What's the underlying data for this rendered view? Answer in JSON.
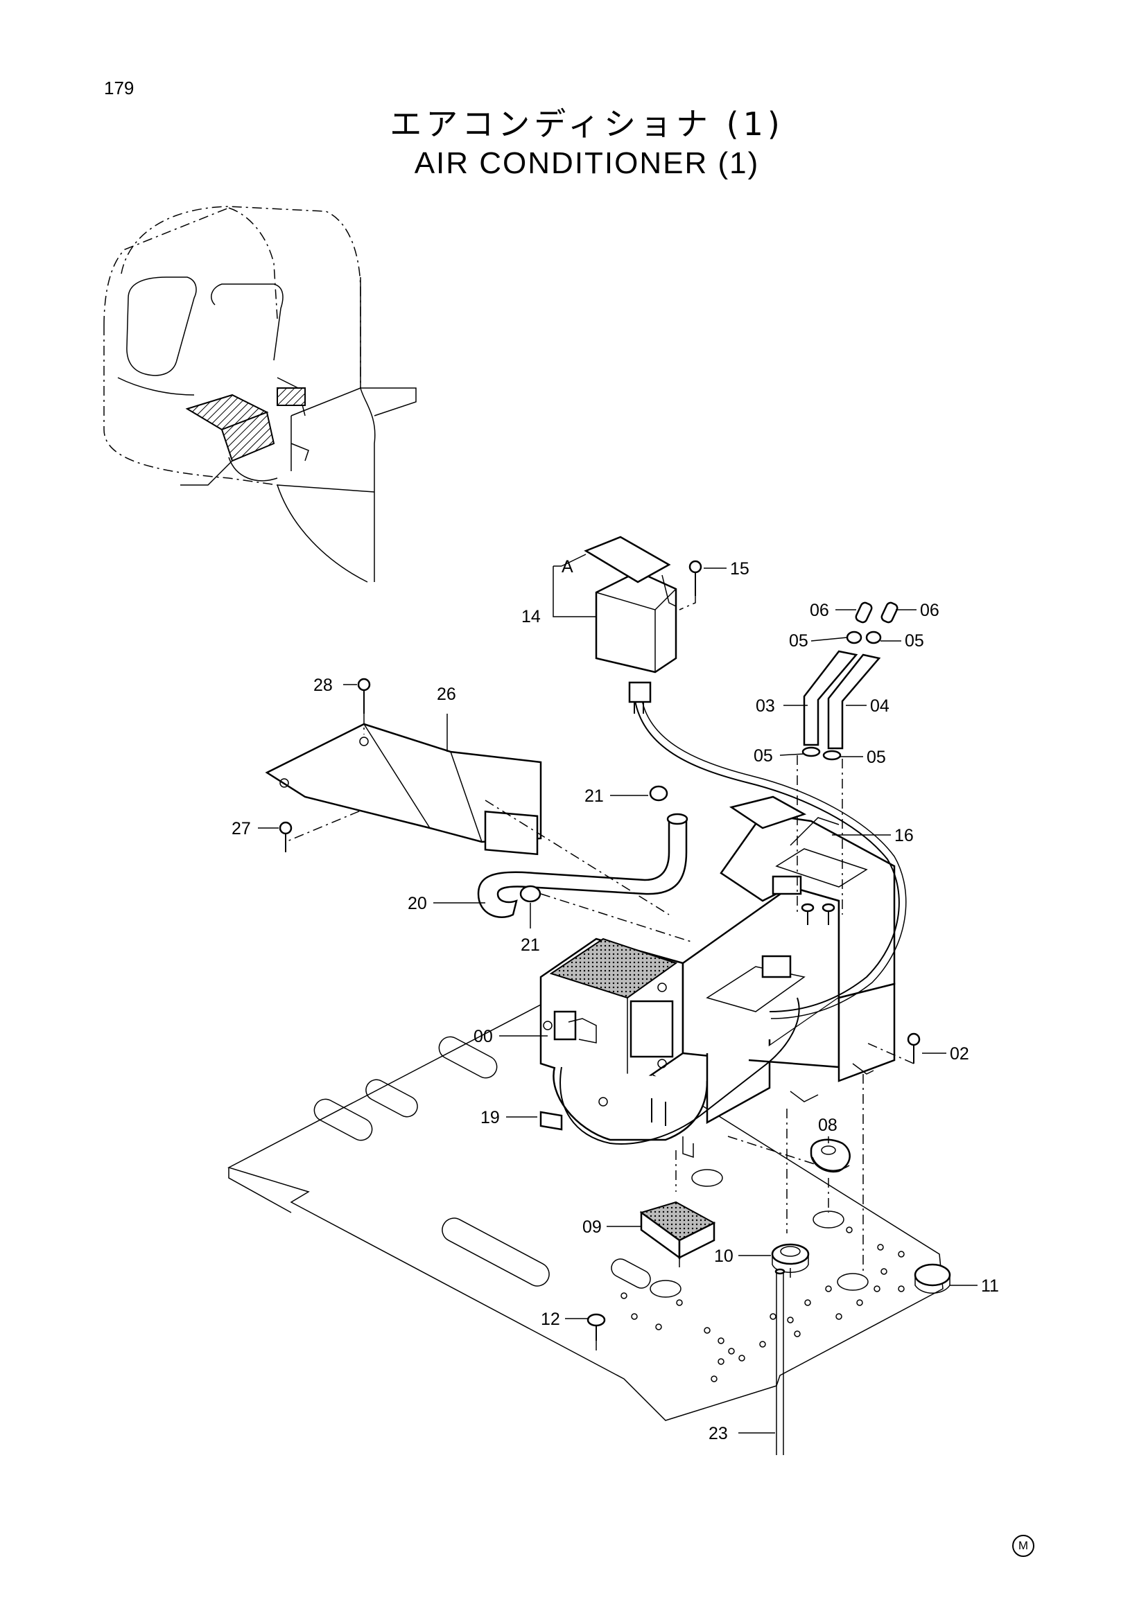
{
  "page": {
    "number": "179",
    "title_jp": "エアコンディショナ (1)",
    "title_en": "AIR CONDITIONER (1)",
    "mark": "M"
  },
  "detail_label": "A",
  "callouts": [
    {
      "id": "c15",
      "text": "15"
    },
    {
      "id": "c14",
      "text": "14"
    },
    {
      "id": "c06a",
      "text": "06"
    },
    {
      "id": "c06b",
      "text": "06"
    },
    {
      "id": "c05a",
      "text": "05"
    },
    {
      "id": "c05b",
      "text": "05"
    },
    {
      "id": "c28",
      "text": "28"
    },
    {
      "id": "c26",
      "text": "26"
    },
    {
      "id": "c03",
      "text": "03"
    },
    {
      "id": "c04",
      "text": "04"
    },
    {
      "id": "c05c",
      "text": "05"
    },
    {
      "id": "c05d",
      "text": "05"
    },
    {
      "id": "c21a",
      "text": "21"
    },
    {
      "id": "c16",
      "text": "16"
    },
    {
      "id": "c27",
      "text": "27"
    },
    {
      "id": "c20",
      "text": "20"
    },
    {
      "id": "c21b",
      "text": "21"
    },
    {
      "id": "c00",
      "text": "00"
    },
    {
      "id": "c02",
      "text": "02"
    },
    {
      "id": "c19",
      "text": "19"
    },
    {
      "id": "c08",
      "text": "08"
    },
    {
      "id": "c09",
      "text": "09"
    },
    {
      "id": "c10",
      "text": "10"
    },
    {
      "id": "c11",
      "text": "11"
    },
    {
      "id": "c12",
      "text": "12"
    },
    {
      "id": "c23",
      "text": "23"
    }
  ]
}
